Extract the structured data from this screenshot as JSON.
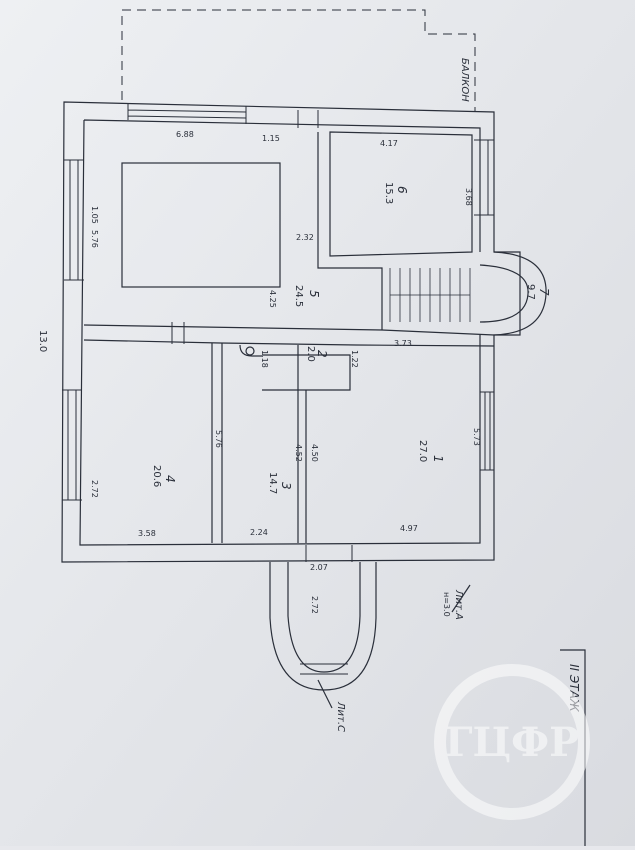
{
  "plan": {
    "outer_length": "13.0",
    "balcony_label": "БАЛКОН",
    "stair_label": "Лит.А",
    "stair_height": "н=3.0",
    "lit_label": "Лит.С",
    "floor_title": "II ЭТАЖ"
  },
  "rooms": [
    {
      "id": "1",
      "area": "27.0"
    },
    {
      "id": "2",
      "area": "2.0"
    },
    {
      "id": "3",
      "area": "14.7"
    },
    {
      "id": "4",
      "area": "20.6"
    },
    {
      "id": "5",
      "area": "24.5"
    },
    {
      "id": "6",
      "area": "15.3"
    },
    {
      "id": "7",
      "area": "9.7"
    }
  ],
  "dims": {
    "d688": "6.88",
    "d115": "1.15",
    "d417": "4.17",
    "d368": "3.68",
    "d105": "1.05",
    "d576a": "5.76",
    "d232": "2.32",
    "d425": "4.25",
    "d373": "3.73",
    "d118": "1.18",
    "d122": "1.22",
    "d576b": "5.76",
    "d452": "4.52",
    "d450": "4.50",
    "d573": "5.73",
    "d272": "2.72",
    "d358": "3.58",
    "d224": "2.24",
    "d497": "4.97",
    "d207": "2.07",
    "d272b": "2.72"
  },
  "watermark": {
    "letters": "ГЦФР"
  },
  "colors": {
    "paper": "#e7e8ec",
    "ink": "#2a2f3a",
    "watermark": "#ffffff"
  }
}
